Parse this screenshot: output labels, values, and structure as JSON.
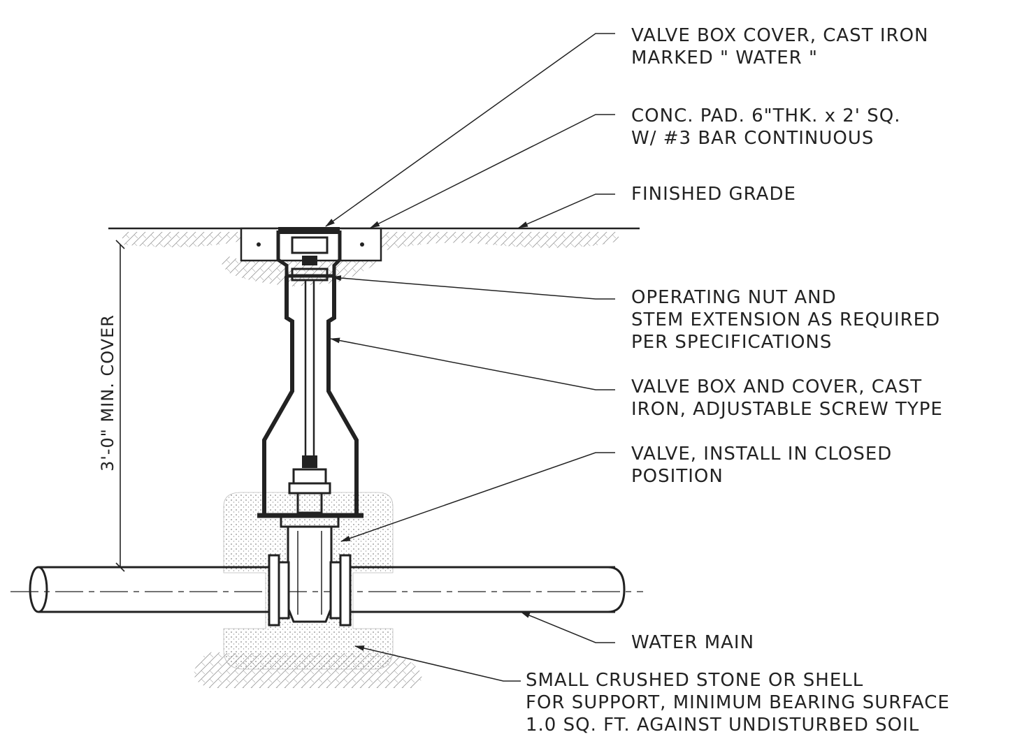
{
  "callouts": [
    {
      "id": "valve-box-cover",
      "lines": [
        "VALVE BOX COVER, CAST IRON",
        "MARKED \" WATER \""
      ]
    },
    {
      "id": "conc-pad",
      "lines": [
        "CONC. PAD. 6\"THK. x 2' SQ.",
        "W/ #3 BAR CONTINUOUS"
      ]
    },
    {
      "id": "finished-grade",
      "lines": [
        "FINISHED GRADE"
      ]
    },
    {
      "id": "operating-nut",
      "lines": [
        "OPERATING NUT AND",
        "STEM EXTENSION AS REQUIRED",
        "PER SPECIFICATIONS"
      ]
    },
    {
      "id": "valve-box",
      "lines": [
        "VALVE BOX AND COVER, CAST",
        "IRON, ADJUSTABLE SCREW TYPE"
      ]
    },
    {
      "id": "valve",
      "lines": [
        "VALVE, INSTALL IN CLOSED",
        "POSITION"
      ]
    },
    {
      "id": "water-main",
      "lines": [
        "WATER MAIN"
      ]
    },
    {
      "id": "crushed-stone",
      "lines": [
        "SMALL CRUSHED STONE OR SHELL",
        "FOR SUPPORT, MINIMUM BEARING SURFACE",
        "1.0 SQ. FT. AGAINST UNDISTURBED SOIL"
      ]
    }
  ],
  "dimension": {
    "label": "3'-0\" MIN. COVER"
  },
  "colors": {
    "ink": "#222222",
    "paper": "#ffffff",
    "hatch": "#8a8a8a"
  }
}
